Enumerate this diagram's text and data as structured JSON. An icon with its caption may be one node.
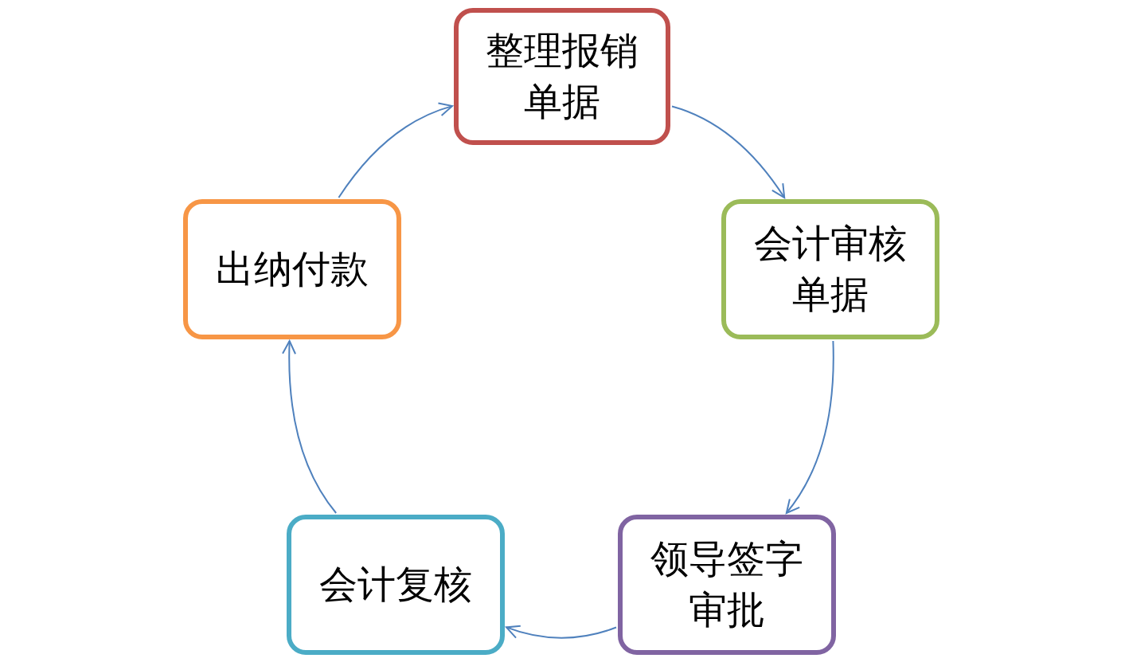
{
  "diagram": {
    "nodes": [
      {
        "text": [
          "整理报销单据"
        ]
      },
      {
        "text": [
          "会计审核单据"
        ]
      },
      {
        "text": [
          "领导签字审批"
        ]
      },
      {
        "text": [
          "会计复核"
        ]
      },
      {
        "text": [
          "出纳付款"
        ]
      }
    ],
    "edges": [
      {
        "from": 0,
        "to": 1,
        "arrow": "to"
      },
      {
        "from": 1,
        "to": 2,
        "arrow": "to"
      },
      {
        "from": 2,
        "to": 3,
        "arrow": "to"
      },
      {
        "from": 3,
        "to": 4,
        "arrow": "to"
      },
      {
        "from": 4,
        "to": 0,
        "arrow": "to"
      }
    ]
  }
}
